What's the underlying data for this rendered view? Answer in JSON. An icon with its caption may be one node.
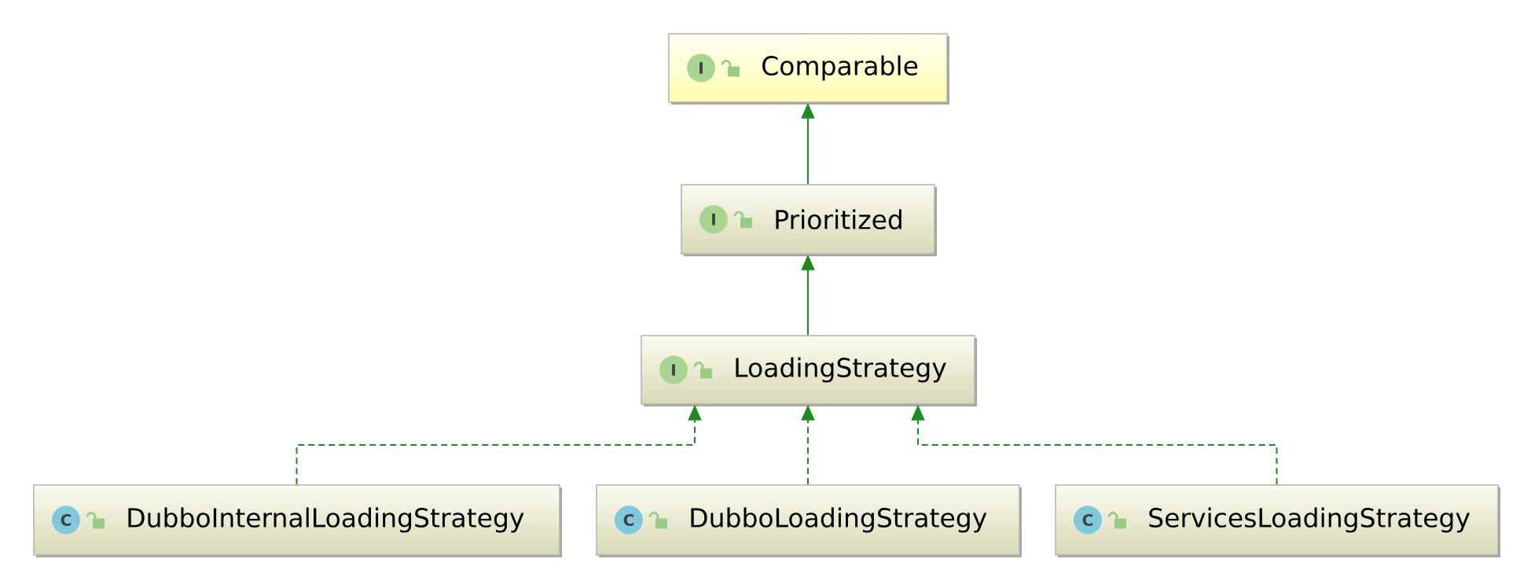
{
  "diagram": {
    "nodes": [
      {
        "text": [
          "I",
          "Comparable"
        ]
      },
      {
        "text": [
          "I",
          "Prioritized"
        ]
      },
      {
        "text": [
          "I",
          "LoadingStrategy"
        ]
      },
      {
        "text": [
          "C",
          "DubboInternalLoadingStrategy"
        ]
      },
      {
        "text": [
          "C",
          "DubboLoadingStrategy"
        ]
      },
      {
        "text": [
          "C",
          "ServicesLoadingStrategy"
        ]
      }
    ],
    "edges": [
      {
        "from": 1,
        "to": 0,
        "arrow": "to"
      },
      {
        "from": 2,
        "to": 1,
        "arrow": "to"
      },
      {
        "from": 3,
        "to": 2,
        "arrow": "to",
        "style": "dashed"
      },
      {
        "from": 4,
        "to": 2,
        "arrow": "to",
        "style": "dashed"
      },
      {
        "from": 5,
        "to": 2,
        "arrow": "to",
        "style": "dashed"
      }
    ]
  }
}
